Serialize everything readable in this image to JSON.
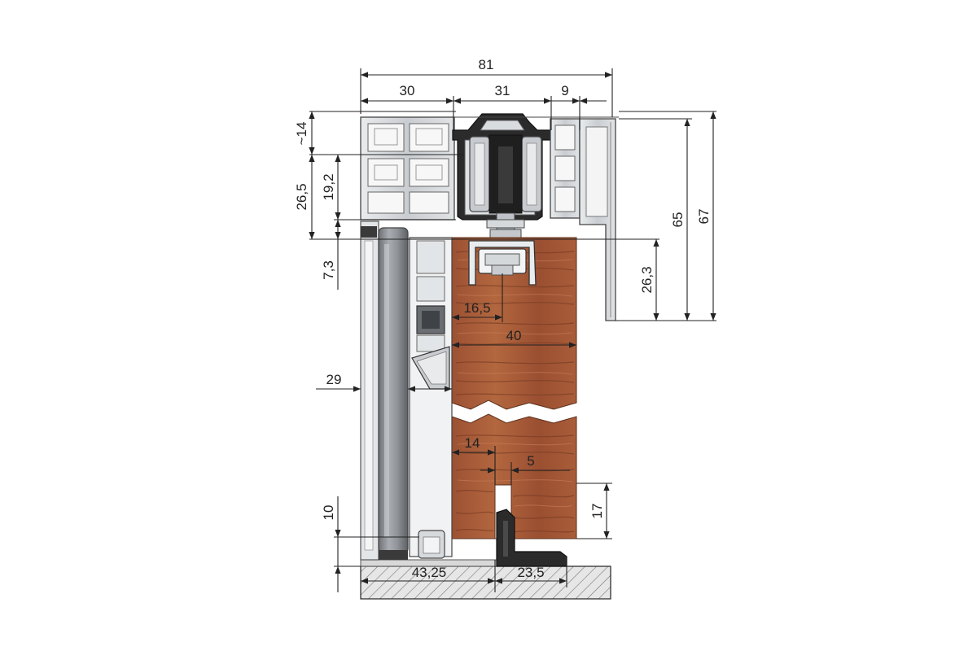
{
  "dimensions": {
    "overall_width": "81",
    "top_seg_left": "30",
    "top_seg_mid": "31",
    "top_seg_right": "9",
    "left_approx_14": "~14",
    "left_19_2": "19,2",
    "left_26_5": "26,5",
    "left_7_3": "7,3",
    "left_29": "29",
    "left_10": "10",
    "right_26_3": "26,3",
    "right_65": "65",
    "right_67": "67",
    "inner_16_5": "16,5",
    "inner_40": "40",
    "inner_14": "14",
    "inner_5": "5",
    "right_17": "17",
    "bottom_43_25": "43,25",
    "bottom_23_5": "23,5"
  },
  "colors": {
    "line": "#222222",
    "frame_profile": "#cfd3d6",
    "dark_profile": "#2b2b2b",
    "wood_base": "#a2583a",
    "wood_dark": "#7a3e25",
    "wood_light": "#b86a45",
    "glass_gray": "#8d9196",
    "floor_fill": "#e6e6e6"
  }
}
